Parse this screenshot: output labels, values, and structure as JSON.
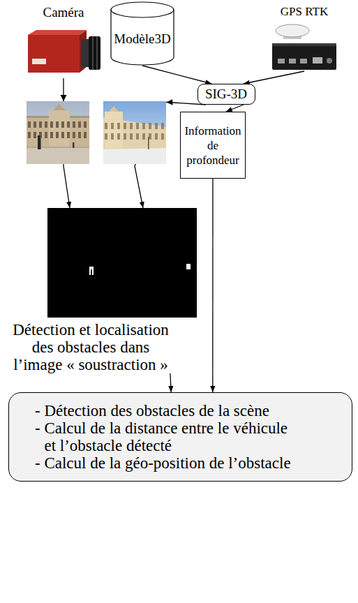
{
  "diagram": {
    "nodes": [
      {
        "text": [
          "Caméra"
        ]
      },
      {
        "text": [
          "Modèle3D"
        ]
      },
      {
        "text": [
          "GPS RTK"
        ]
      },
      {
        "text": [
          "SIG-3D"
        ]
      },
      {
        "text": [
          "Information de profondeur"
        ]
      },
      {
        "text": [
          "Détection et localisation des obstacles dans l’image « soustraction »"
        ]
      },
      {
        "text": [
          "- Détection des obstacles de la scène",
          "- Calcul de la distance entre le véhicule et l’obstacle détecté",
          "- Calcul de la géo-position de l’obstacle"
        ]
      }
    ],
    "edges": [
      {
        "from": 1,
        "to": 3,
        "arrow": "to"
      },
      {
        "from": 2,
        "to": 3,
        "arrow": "to"
      },
      {
        "from": 0,
        "to": 5,
        "arrow": "to"
      },
      {
        "from": 3,
        "to": 5,
        "arrow": "to"
      },
      {
        "from": 3,
        "to": 4,
        "arrow": "to"
      },
      {
        "from": 5,
        "to": 6,
        "arrow": "to"
      },
      {
        "from": 4,
        "to": 6,
        "arrow": "to"
      }
    ]
  }
}
